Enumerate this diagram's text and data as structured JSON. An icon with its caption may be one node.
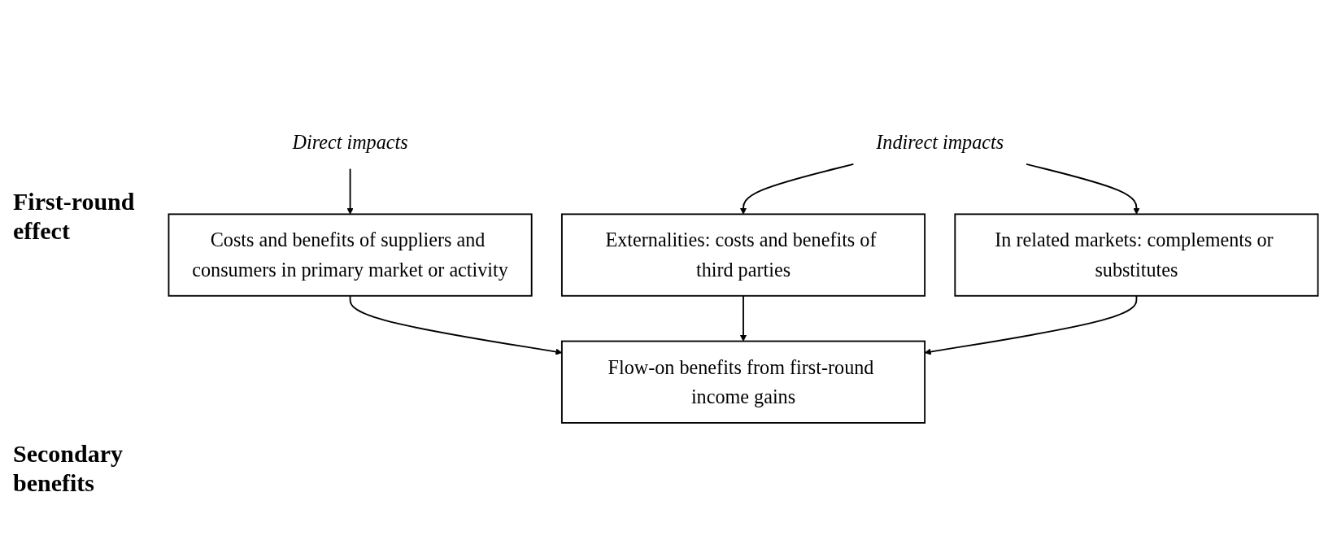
{
  "diagram": {
    "nodes": [
      {
        "text": [
          "Direct impacts"
        ]
      },
      {
        "text": [
          "Indirect impacts"
        ]
      },
      {
        "text": [
          "Costs and benefits of suppliers and consumers in primary market or activity"
        ]
      },
      {
        "text": [
          "Externalities: costs and benefits of third parties"
        ]
      },
      {
        "text": [
          "In related markets: complements or substitutes"
        ]
      },
      {
        "text": [
          "Flow-on benefits from first-round income gains"
        ]
      }
    ],
    "edges": [
      {
        "from": 0,
        "to": 2,
        "arrow": "to"
      },
      {
        "from": 1,
        "to": 3,
        "arrow": "to"
      },
      {
        "from": 1,
        "to": 4,
        "arrow": "to"
      },
      {
        "from": 2,
        "to": 5,
        "arrow": "to"
      },
      {
        "from": 3,
        "to": 5,
        "arrow": "to"
      },
      {
        "from": 4,
        "to": 5,
        "arrow": "to"
      }
    ],
    "labels": [
      "First-round effect",
      "Secondary benefits"
    ]
  }
}
